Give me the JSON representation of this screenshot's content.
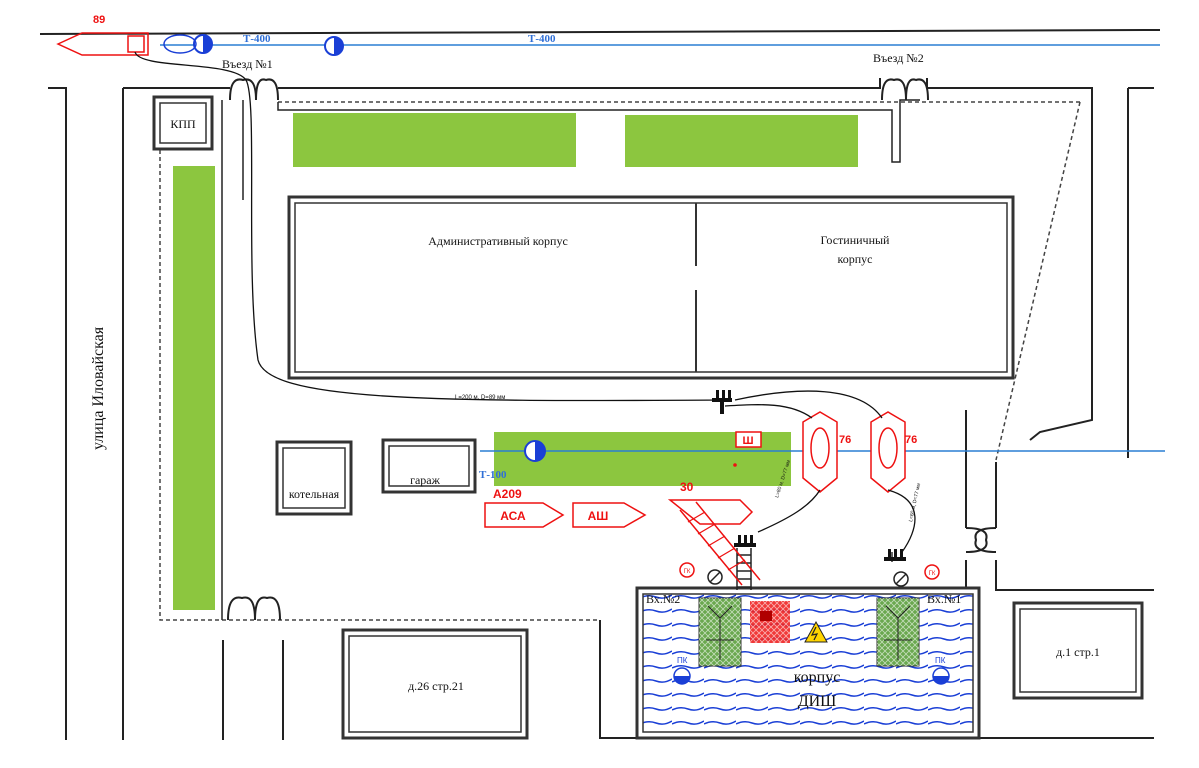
{
  "colors": {
    "green_area": "#8cc63f",
    "water_line": "#2a7fd4",
    "fire_red": "#ee1111",
    "building_line": "#333333",
    "hatch_blue": "#1a3fd6"
  },
  "street": {
    "name": "улица Иловайская"
  },
  "water_mains": {
    "top_label_1": "Т-400",
    "top_label_2": "Т-400",
    "middle_label": "Т-100"
  },
  "entries": {
    "entry_1": "Въезд №1",
    "entry_2": "Въезд №2"
  },
  "buildings": {
    "checkpoint": "КПП",
    "admin": "Административный корпус",
    "hotel_line1": "Гостиничный",
    "hotel_line2": "корпус",
    "boiler": "котельная",
    "garage": "гараж",
    "block_26": "д.26 стр.21",
    "block_1": "д.1 стр.1",
    "dish_line1": "корпус",
    "dish_line2": "ДИШ"
  },
  "fire_units": {
    "unit_89": "89",
    "unit_76a": "76",
    "unit_76b": "76",
    "unit_30": "30",
    "crew_a209": "А209",
    "asa": "АСА",
    "ash": "АШ",
    "hq": "Ш"
  },
  "hose_lines": {
    "main_hose": "L=200 м, D=89 мм",
    "hose_b": "L=80 м, D=77 мм",
    "hose_c": "L=60 м, D=77 мм"
  },
  "dish_building": {
    "entrance_2": "Вх.№2",
    "entrance_1": "Вх.№1",
    "pk_left": "ПК",
    "pk_right": "ПК",
    "gk_left": "ГК",
    "gk_right": "ГК"
  }
}
